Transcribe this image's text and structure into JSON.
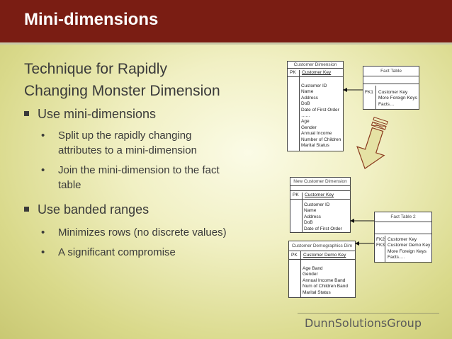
{
  "title": "Mini-dimensions",
  "heading_line1": "Technique for Rapidly",
  "heading_line2": "Changing Monster Dimension",
  "bullet1": "Use mini-dimensions",
  "bullet1_sub1_line1": "Split up the rapidly changing",
  "bullet1_sub1_line2": "attributes to a mini-dimension",
  "bullet1_sub2_line1": "Join the mini-dimension to the fact",
  "bullet1_sub2_line2": "table",
  "bullet2": "Use banded ranges",
  "bullet2_sub1": "Minimizes rows (no discrete values)",
  "bullet2_sub2": "A significant compromise",
  "customer_dimension": {
    "title": "Customer Dimension",
    "pk": "PK",
    "key": "Customer Key",
    "fields": [
      "Customer ID",
      "Name",
      "Address",
      "DoB",
      "Date of First Order",
      "……",
      "Age",
      "Gender",
      "Annual Income",
      "Number of Children",
      "Marital Status"
    ]
  },
  "fact_table": {
    "title": "Fact Table",
    "fk": "FK1",
    "fields": [
      "Customer Key",
      "More Foreign Keys",
      "Facts…"
    ]
  },
  "new_customer_dimension": {
    "title": "New Customer Dimension",
    "pk": "PK",
    "key": "Customer Key",
    "fields": [
      "Customer ID",
      "Name",
      "Address",
      "DoB",
      "Date of First Order"
    ]
  },
  "fact_table_2": {
    "title": "Fact Table 2",
    "fk1": "FK2",
    "fk2": "FK3",
    "fields": [
      "Customer Key",
      "Customer Demo Key",
      "More Foreign Keys",
      "Facts…."
    ]
  },
  "demographics_dim": {
    "title": "Customer Demographics Dim",
    "pk": "PK",
    "key": "Customer Demo Key",
    "fields": [
      "Age Band",
      "Gender",
      " Annual Income Band",
      "Num of Children Band",
      "Marital Status"
    ]
  },
  "logo": "DunnSolutionsGroup",
  "colors": {
    "header": "#7a1d13",
    "arrow": "#8a3a1e"
  }
}
